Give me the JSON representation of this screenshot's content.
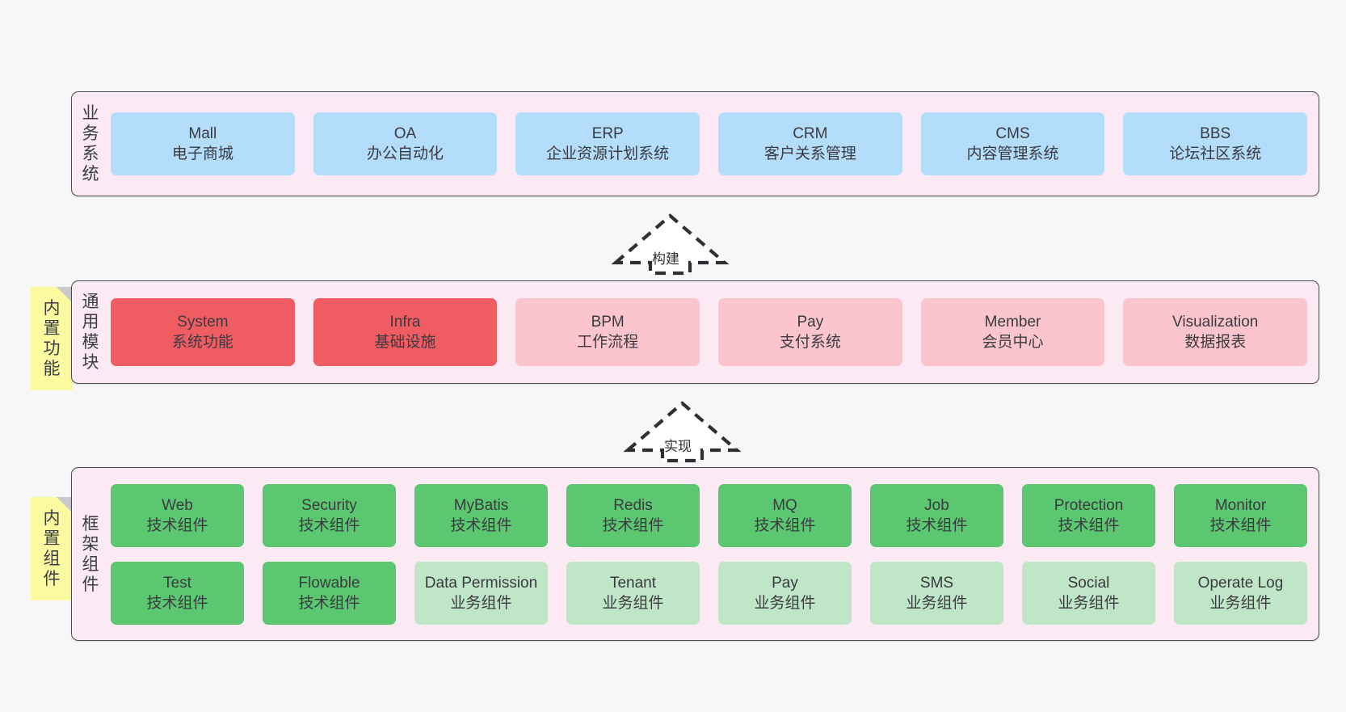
{
  "diagram": {
    "background_color": "#f7f7f7",
    "layer_bg": "#fbeaf4",
    "layer_border": "#4a4a55",
    "note_color": "#fcfaa0",
    "colors": {
      "business": "#b3ddfb",
      "module_core": "#ef5d63",
      "module_plain": "#fcc4cd",
      "tech_component": "#5cc771",
      "biz_component": "#bfe6c6"
    }
  },
  "layers": [
    {
      "id": "business",
      "label": "业务系统",
      "note": null,
      "rows": [
        {
          "cards": [
            {
              "title": "Mall",
              "subtitle": "电子商城",
              "color": "c-blue"
            },
            {
              "title": "OA",
              "subtitle": "办公自动化",
              "color": "c-blue"
            },
            {
              "title": "ERP",
              "subtitle": "企业资源计划系统",
              "color": "c-blue"
            },
            {
              "title": "CRM",
              "subtitle": "客户关系管理",
              "color": "c-blue"
            },
            {
              "title": "CMS",
              "subtitle": "内容管理系统",
              "color": "c-blue"
            },
            {
              "title": "BBS",
              "subtitle": "论坛社区系统",
              "color": "c-blue"
            }
          ]
        }
      ]
    },
    {
      "id": "common-module",
      "label": "通用模块",
      "note": "内置功能",
      "rows": [
        {
          "cards": [
            {
              "title": "System",
              "subtitle": "系统功能",
              "color": "c-red"
            },
            {
              "title": "Infra",
              "subtitle": "基础设施",
              "color": "c-red"
            },
            {
              "title": "BPM",
              "subtitle": "工作流程",
              "color": "c-pink"
            },
            {
              "title": "Pay",
              "subtitle": "支付系统",
              "color": "c-pink"
            },
            {
              "title": "Member",
              "subtitle": "会员中心",
              "color": "c-pink"
            },
            {
              "title": "Visualization",
              "subtitle": "数据报表",
              "color": "c-pink"
            }
          ]
        }
      ]
    },
    {
      "id": "framework-component",
      "label": "框架组件",
      "note": "内置组件",
      "rows": [
        {
          "cards": [
            {
              "title": "Web",
              "subtitle": "技术组件",
              "color": "c-green"
            },
            {
              "title": "Security",
              "subtitle": "技术组件",
              "color": "c-green"
            },
            {
              "title": "MyBatis",
              "subtitle": "技术组件",
              "color": "c-green"
            },
            {
              "title": "Redis",
              "subtitle": "技术组件",
              "color": "c-green"
            },
            {
              "title": "MQ",
              "subtitle": "技术组件",
              "color": "c-green"
            },
            {
              "title": "Job",
              "subtitle": "技术组件",
              "color": "c-green"
            },
            {
              "title": "Protection",
              "subtitle": "技术组件",
              "color": "c-green"
            },
            {
              "title": "Monitor",
              "subtitle": "技术组件",
              "color": "c-green"
            }
          ]
        },
        {
          "cards": [
            {
              "title": "Test",
              "subtitle": "技术组件",
              "color": "c-green"
            },
            {
              "title": "Flowable",
              "subtitle": "技术组件",
              "color": "c-green"
            },
            {
              "title": "Data Permission",
              "subtitle": "业务组件",
              "color": "c-lightgreen"
            },
            {
              "title": "Tenant",
              "subtitle": "业务组件",
              "color": "c-lightgreen"
            },
            {
              "title": "Pay",
              "subtitle": "业务组件",
              "color": "c-lightgreen"
            },
            {
              "title": "SMS",
              "subtitle": "业务组件",
              "color": "c-lightgreen"
            },
            {
              "title": "Social",
              "subtitle": "业务组件",
              "color": "c-lightgreen"
            },
            {
              "title": "Operate Log",
              "subtitle": "业务组件",
              "color": "c-lightgreen"
            }
          ]
        }
      ]
    }
  ],
  "arrows": [
    {
      "id": "build",
      "label": "构建",
      "from": "common-module",
      "to": "business",
      "style": "dashed-open-arrow-up"
    },
    {
      "id": "implement",
      "label": "实现",
      "from": "framework-component",
      "to": "common-module",
      "style": "dashed-open-arrow-up"
    }
  ]
}
